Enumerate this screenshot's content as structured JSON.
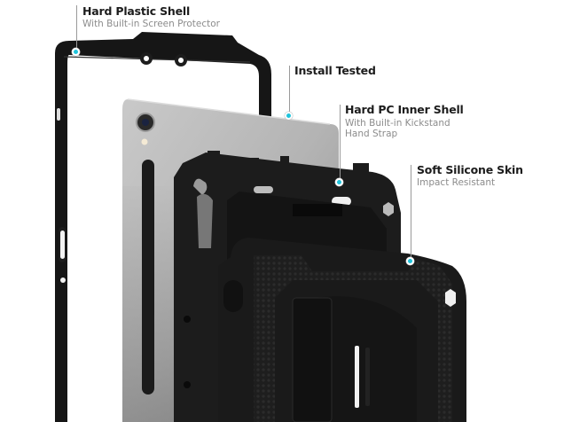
{
  "callouts": [
    {
      "id": "hard-plastic-shell",
      "title": "Hard Plastic Shell",
      "subtitle": [
        "With Built-in Screen Protector"
      ]
    },
    {
      "id": "install-tested",
      "title": "Install Tested",
      "subtitle": []
    },
    {
      "id": "hard-pc-inner-shell",
      "title": "Hard PC Inner Shell",
      "subtitle": [
        "With Built-in Kickstand",
        "Hand Strap"
      ]
    },
    {
      "id": "soft-silicone-skin",
      "title": "Soft Silicone Skin",
      "subtitle": [
        "Impact Resistant"
      ]
    }
  ],
  "colors": {
    "accent_dot": "#20c4dc",
    "case_black": "#1a1a1a",
    "tablet_gray": "#b8b8b8",
    "leader_line": "#9a9a9a",
    "title_text": "#1c1c1c",
    "subtitle_text": "#8c8c8c"
  }
}
